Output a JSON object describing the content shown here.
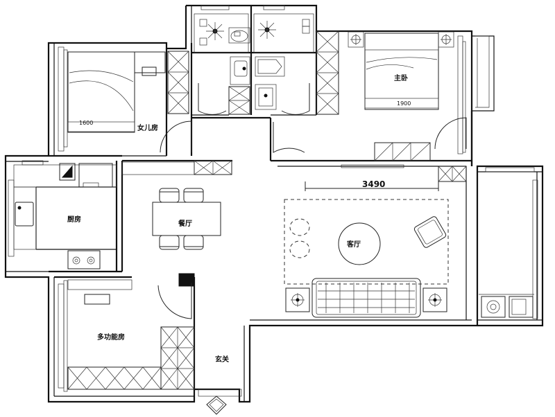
{
  "rooms": {
    "daughter_room": "女儿房",
    "master_bedroom": "主卧",
    "kitchen": "厨房",
    "dining_room": "餐厅",
    "living_room": "客厅",
    "multi_function_room": "多功能房",
    "entrance": "玄关"
  },
  "dimensions": {
    "daughter_bed_width": "1600",
    "master_bed_width": "1900",
    "living_room_width": "3490"
  }
}
